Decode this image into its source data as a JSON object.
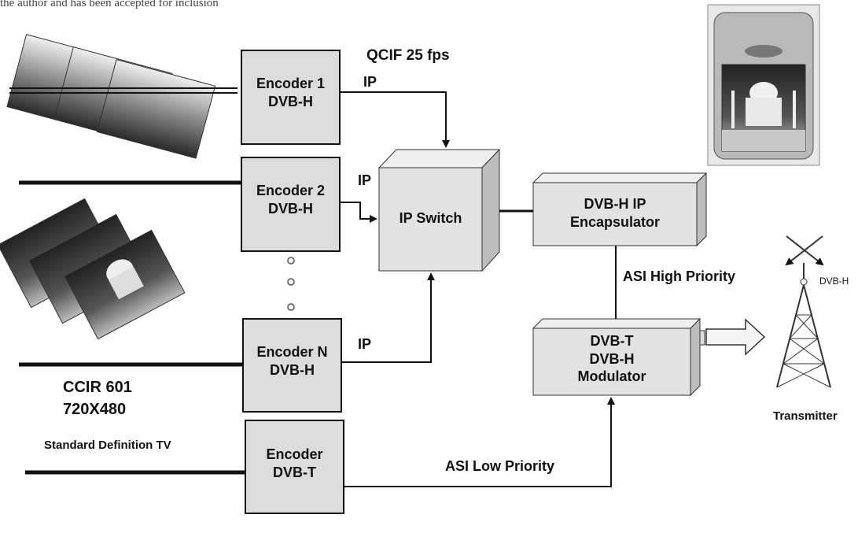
{
  "top_caption": "the author and has been accepted for inclusion",
  "labels": {
    "qcif": "QCIF 25 fps",
    "ip1": "IP",
    "ip2": "IP",
    "ipn": "IP",
    "ccir_line1": "CCIR 601",
    "ccir_line2": "720X480",
    "sdtv": "Standard Definition TV",
    "asi_high": "ASI High Priority",
    "asi_low": "ASI Low  Priority",
    "dvbh_tower": "DVB-H",
    "transmitter": "Transmitter"
  },
  "boxes": {
    "encoder1": [
      "Encoder 1",
      "DVB-H"
    ],
    "encoder2": [
      "Encoder 2",
      "DVB-H"
    ],
    "encoderN": [
      "Encoder N",
      "DVB-H"
    ],
    "encoderT": [
      "Encoder",
      "DVB-T"
    ],
    "ip_switch": [
      "IP Switch"
    ],
    "encapsulator": [
      "DVB-H IP",
      "Encapsulator"
    ],
    "modulator": [
      "DVB-T",
      "DVB-H",
      "Modulator"
    ]
  }
}
